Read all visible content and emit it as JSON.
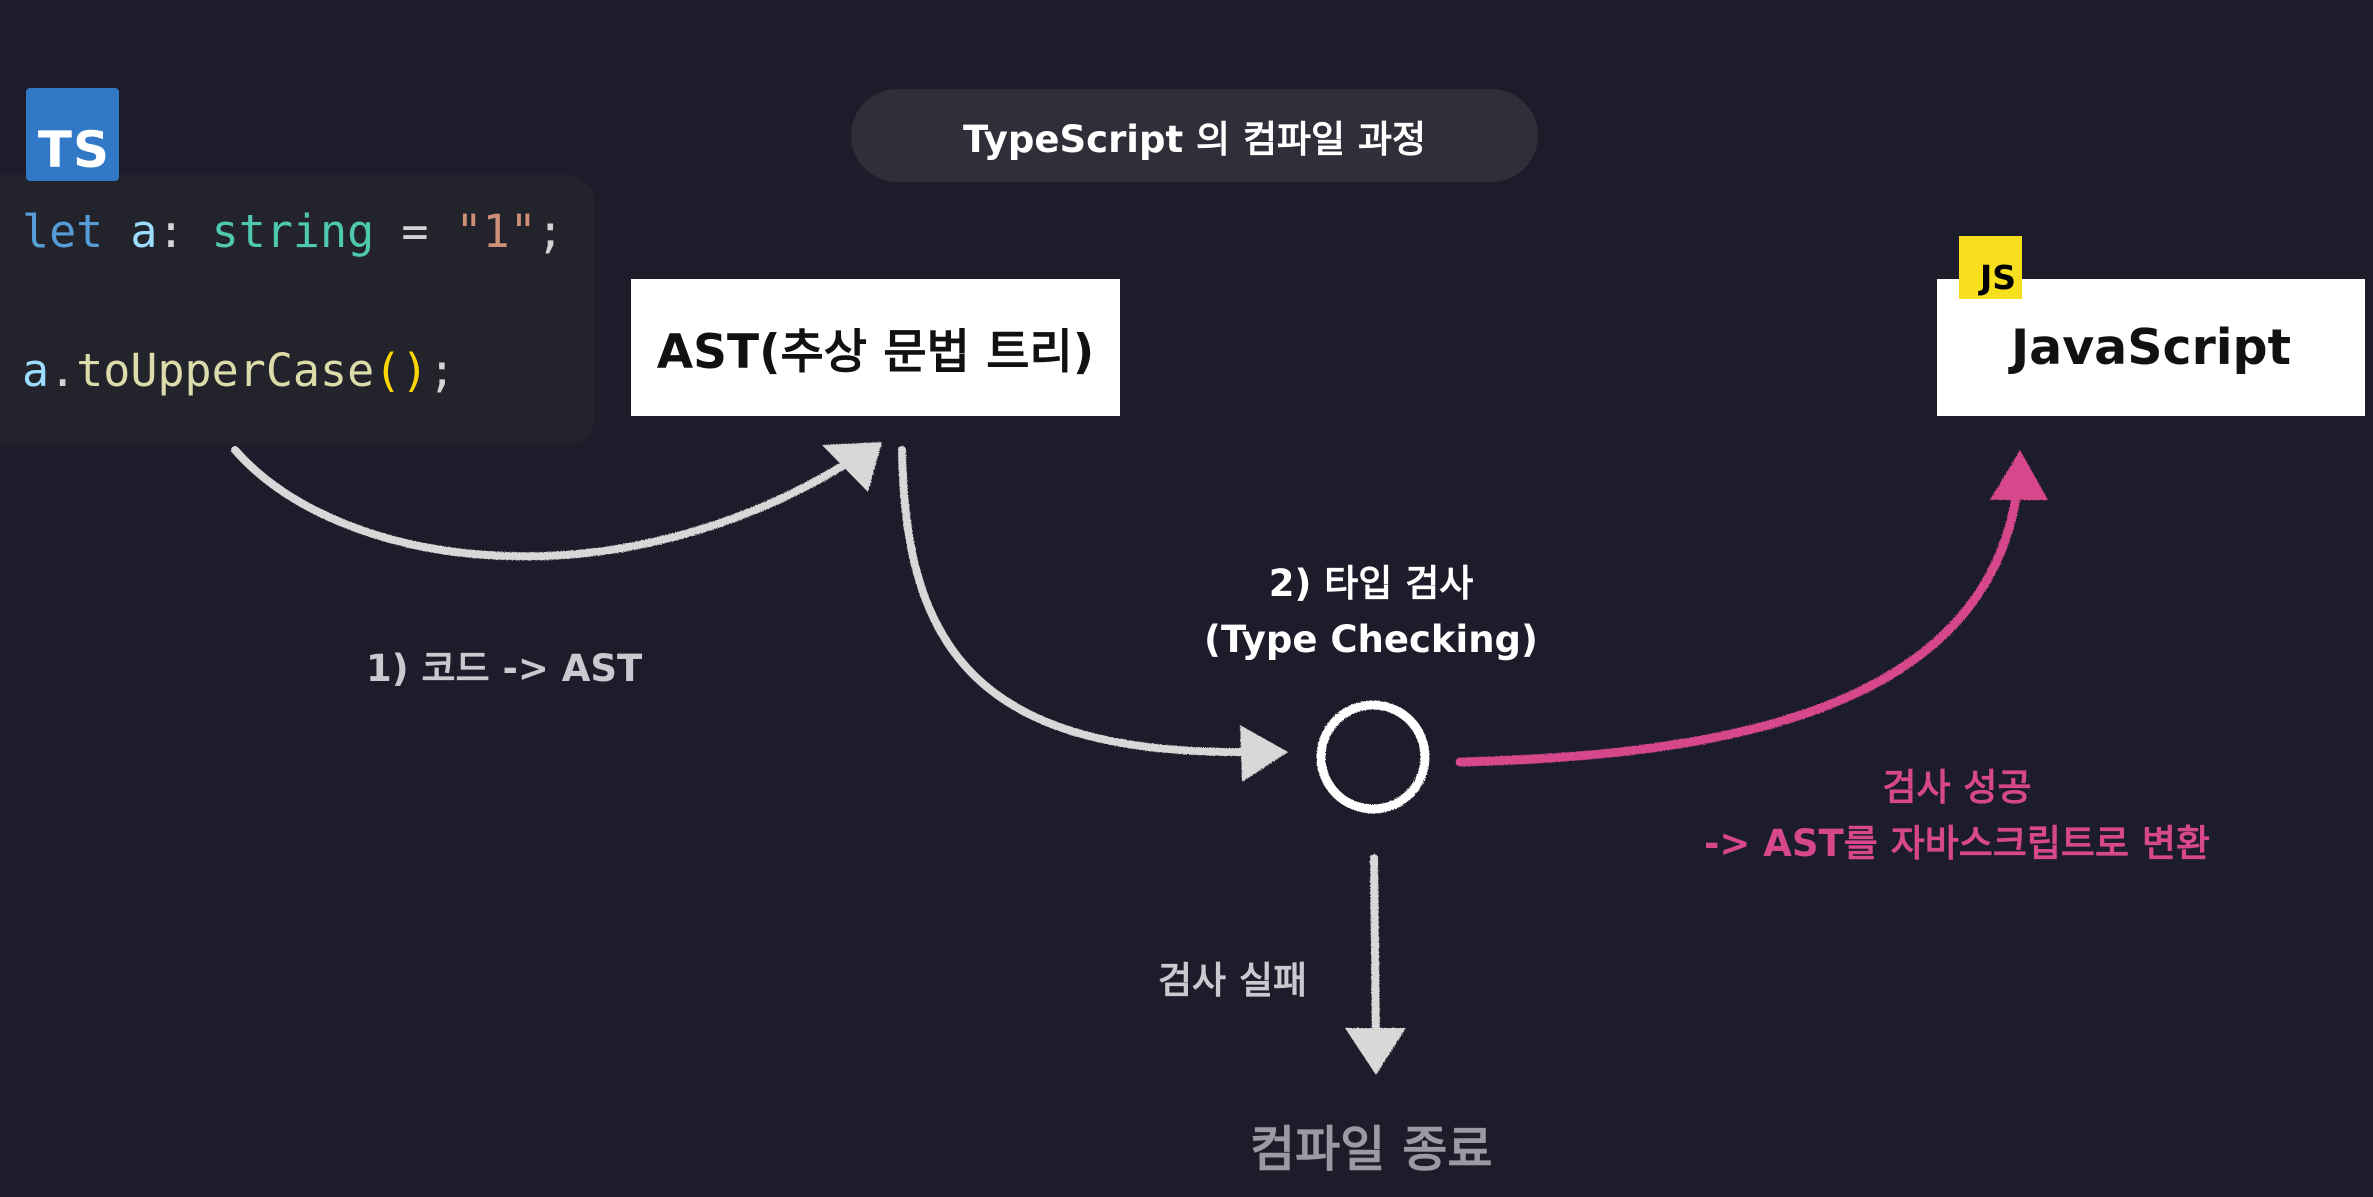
{
  "title": "TypeScript 의 컴파일 과정",
  "ts_badge": "TS",
  "js_badge": "JS",
  "code": {
    "line1": {
      "kw": "let",
      "var": "a",
      "colon": ":",
      "type": "string",
      "eq": "=",
      "str": "\"1\"",
      "semi": ";"
    },
    "line2": {
      "var": "a",
      "dot": ".",
      "fn": "toUpperCase",
      "parens": "()",
      "semi": ";"
    }
  },
  "ast_box": "AST(추상 문법 트리)",
  "js_box": "JavaScript",
  "step1_label": "1) 코드 -> AST",
  "step2_label": {
    "line1": "2) 타입 검사",
    "line2": "(Type Checking)"
  },
  "success_label": {
    "line1": "검사 성공",
    "line2": "-> AST를 자바스크립트로 변환"
  },
  "fail_label": "검사 실패",
  "end_label": "컴파일 종료",
  "colors": {
    "background": "#1d1c2a",
    "ts_blue": "#3178c6",
    "js_yellow": "#f7df1e",
    "success_pink": "#d6478b",
    "arrow_gray": "#d8d8d8"
  }
}
